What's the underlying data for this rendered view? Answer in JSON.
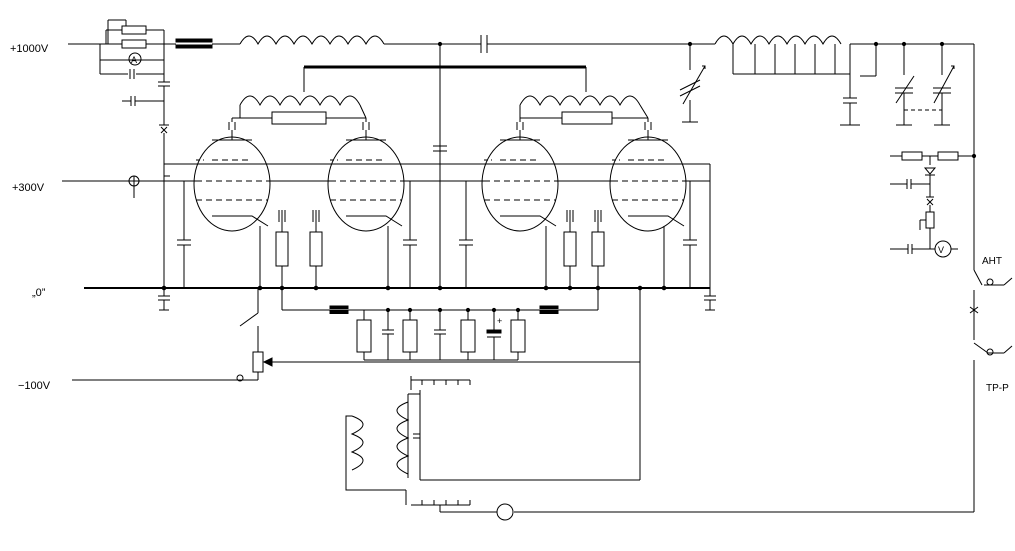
{
  "diagram": {
    "labels": {
      "v_plus_1000": "+1000V",
      "v_plus_300": "+300V",
      "ground": "„0”",
      "v_minus_100": "−100V",
      "antenna": "АНТ",
      "receiver": "ТР-Р",
      "ammeter": "A",
      "voltmeter": "V",
      "polarity": "+"
    }
  }
}
